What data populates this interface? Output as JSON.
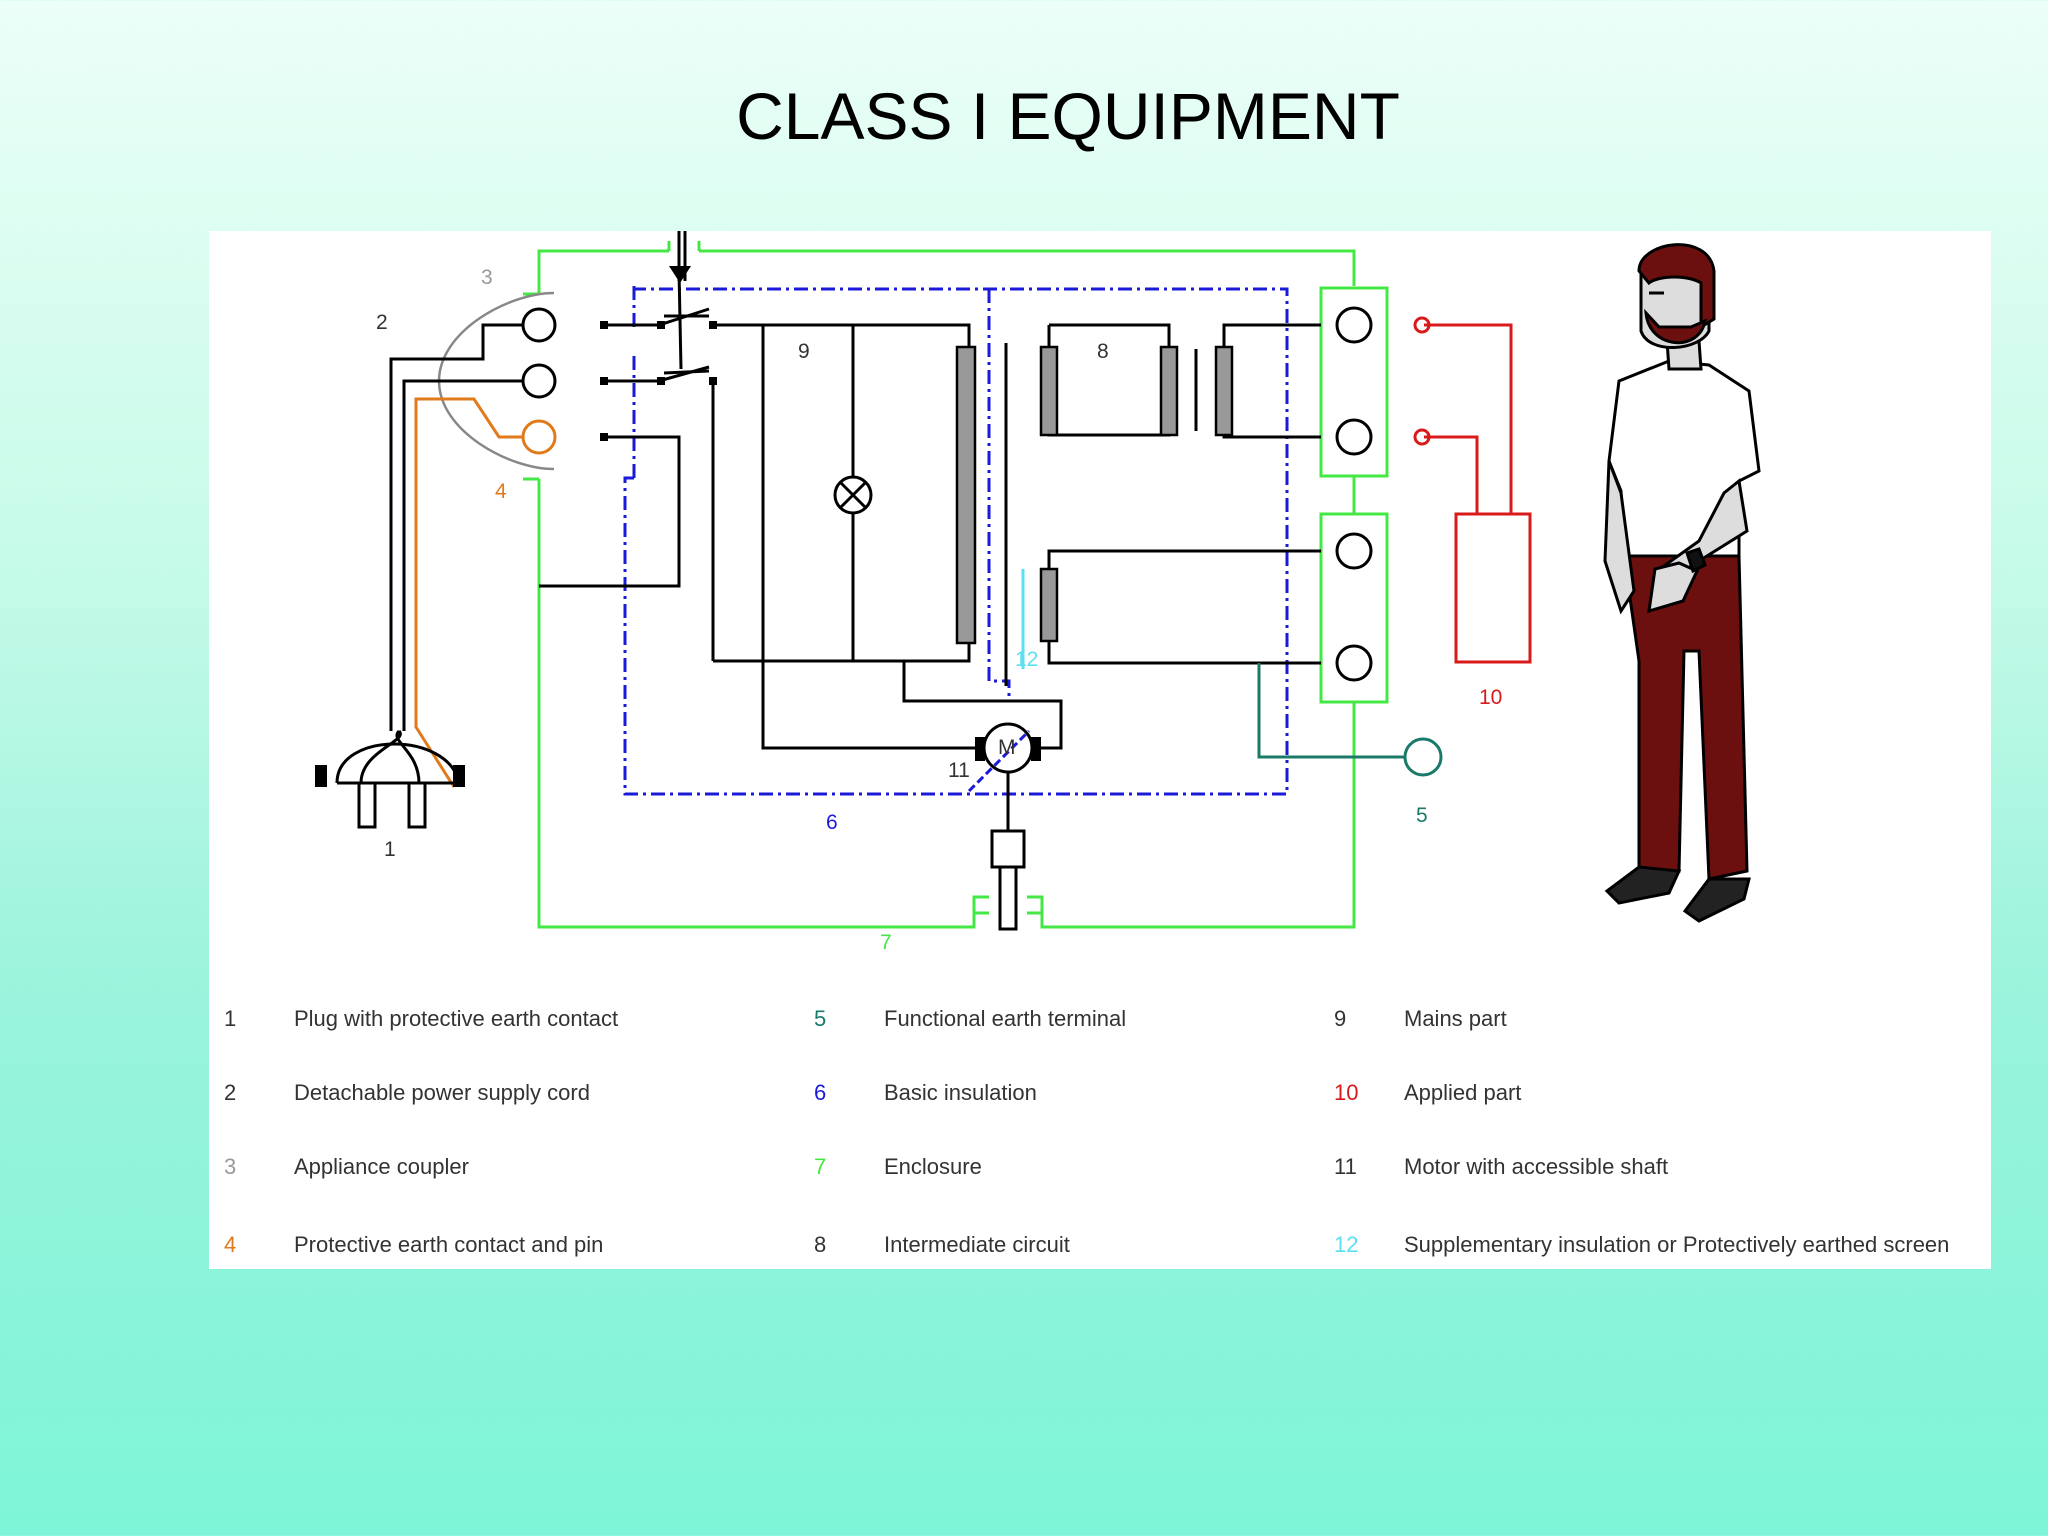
{
  "title": "CLASS I EQUIPMENT",
  "colors": {
    "enclosure_green": "#44e844",
    "basic_insulation_blue": "#1a1ad8",
    "applied_part_red": "#d81a1a",
    "earth_orange": "#e07a1a",
    "functional_earth_teal": "#1a7a6a",
    "supplementary_cyan": "#5ae0f0",
    "coupler_grey": "#888888"
  },
  "diagram_labels": {
    "n1": "1",
    "n2": "2",
    "n3": "3",
    "n4": "4",
    "n5": "5",
    "n6": "6",
    "n7": "7",
    "n8": "8",
    "n9": "9",
    "n10": "10",
    "n11": "11",
    "n12": "12",
    "motor": "M"
  },
  "legend": [
    {
      "num": "1",
      "text": "Plug with protective earth contact",
      "color": "#333333"
    },
    {
      "num": "2",
      "text": "Detachable power supply cord",
      "color": "#333333"
    },
    {
      "num": "3",
      "text": "Appliance coupler",
      "color": "#999999"
    },
    {
      "num": "4",
      "text": "Protective earth contact and pin",
      "color": "#e07a1a"
    },
    {
      "num": "5",
      "text": "Functional earth terminal",
      "color": "#1a7a6a"
    },
    {
      "num": "6",
      "text": "Basic insulation",
      "color": "#1a1ad8"
    },
    {
      "num": "7",
      "text": "Enclosure",
      "color": "#44e844"
    },
    {
      "num": "8",
      "text": "Intermediate circuit",
      "color": "#333333"
    },
    {
      "num": "9",
      "text": "Mains part",
      "color": "#333333"
    },
    {
      "num": "10",
      "text": "Applied part",
      "color": "#d81a1a"
    },
    {
      "num": "11",
      "text": "Motor with accessible shaft",
      "color": "#333333"
    },
    {
      "num": "12",
      "text": "Supplementary insulation or Protectively earthed screen",
      "color": "#5ae0f0"
    }
  ]
}
